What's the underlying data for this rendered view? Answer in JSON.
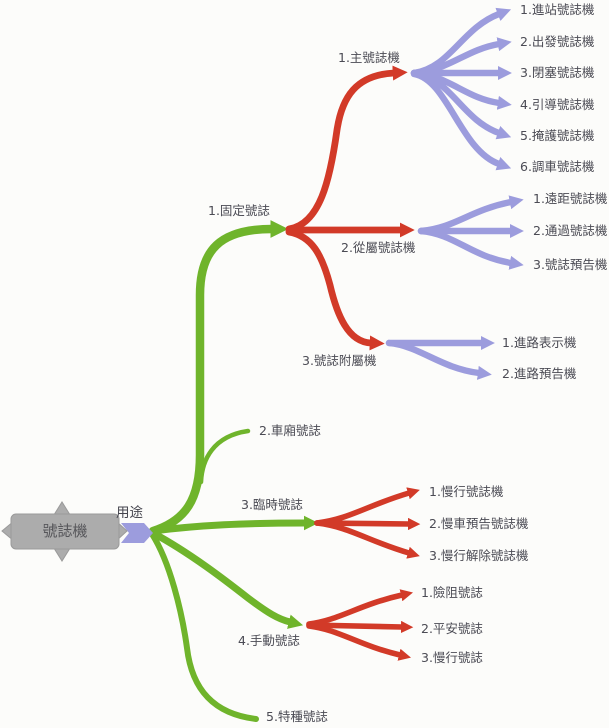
{
  "colors": {
    "branch_green": "#6fb42b",
    "branch_red": "#d23a28",
    "branch_purple": "#9c9cdd",
    "root_fill": "#acacac",
    "root_border": "#9a9a9a",
    "label_text": "#4b4b54",
    "background": "#fcfcfa"
  },
  "mindmap": {
    "root": "號誌機",
    "connector_label": "用途",
    "branches": [
      {
        "label": "1.固定號誌",
        "children": [
          {
            "label": "1.主號誌機",
            "children": [
              {
                "label": "1.進站號誌機"
              },
              {
                "label": "2.出發號誌機"
              },
              {
                "label": "3.閉塞號誌機"
              },
              {
                "label": "4.引導號誌機"
              },
              {
                "label": "5.掩護號誌機"
              },
              {
                "label": "6.調車號誌機"
              }
            ]
          },
          {
            "label": "2.從屬號誌機",
            "children": [
              {
                "label": "1.遠距號誌機"
              },
              {
                "label": "2.通過號誌機"
              },
              {
                "label": "3.號誌預告機"
              }
            ]
          },
          {
            "label": "3.號誌附屬機",
            "children": [
              {
                "label": "1.進路表示機"
              },
              {
                "label": "2.進路預告機"
              }
            ]
          }
        ]
      },
      {
        "label": "2.車廂號誌",
        "children": []
      },
      {
        "label": "3.臨時號誌",
        "children": [
          {
            "label": "1.慢行號誌機"
          },
          {
            "label": "2.慢車預告號誌機"
          },
          {
            "label": "3.慢行解除號誌機"
          }
        ]
      },
      {
        "label": "4.手動號誌",
        "children": [
          {
            "label": "1.險阻號誌"
          },
          {
            "label": "2.平安號誌"
          },
          {
            "label": "3.慢行號誌"
          }
        ]
      },
      {
        "label": "5.特種號誌",
        "children": []
      }
    ]
  }
}
